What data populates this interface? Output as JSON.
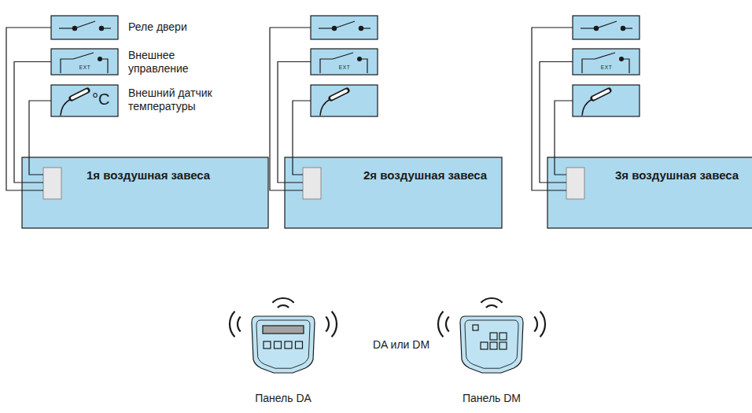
{
  "diagram": {
    "nodes": [
      {
        "text": [
          "Реле двери"
        ]
      },
      {
        "text": [
          "EXT",
          "Внешнее управление"
        ]
      },
      {
        "text": [
          "°C",
          "Внешний датчик температуры"
        ]
      },
      {
        "text": [
          "1я воздушная завеса"
        ]
      },
      {
        "text": [
          "EXT"
        ]
      },
      {
        "text": [
          "2я воздушная завеса"
        ]
      },
      {
        "text": [
          "EXT"
        ]
      },
      {
        "text": [
          "3я воздушная завеса"
        ]
      },
      {
        "text": [
          "Панель DA"
        ]
      },
      {
        "text": [
          "Панель DM"
        ]
      }
    ],
    "edges": [
      {
        "from": 0,
        "to": 3,
        "arrow": "none"
      },
      {
        "from": 1,
        "to": 3,
        "arrow": "none"
      },
      {
        "from": 2,
        "to": 3,
        "arrow": "none"
      },
      {
        "from": 4,
        "to": 5,
        "arrow": "none"
      },
      {
        "from": 6,
        "to": 7,
        "arrow": "none"
      }
    ],
    "labels": [
      "DA или DM"
    ]
  }
}
